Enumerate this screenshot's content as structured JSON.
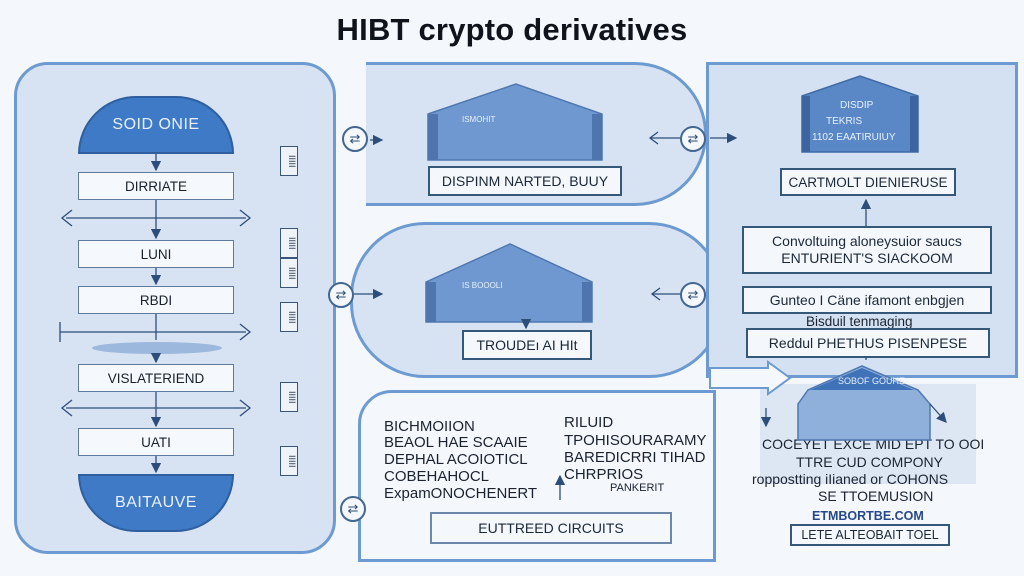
{
  "title": "HIBT crypto derivatives",
  "left_flow": {
    "top_cap": "SOID ONIE",
    "steps": [
      "DIRRIATE",
      "LUNI",
      "RBDI",
      "VISLATERIEND",
      "UATI"
    ],
    "bottom_cap": "BAITAUVE",
    "side_tags": [
      "IIIII",
      "IIIII",
      "IIIII",
      "IIIII",
      "IIIII",
      "IIIII"
    ]
  },
  "top_center": {
    "building_text": "ISMOHIT",
    "label": "DISPINM NARTED, BUUY"
  },
  "mid_center": {
    "building_text": "IS BOOOLI",
    "label": "TROUDEı AI HIt"
  },
  "bottom_center": {
    "col1": [
      "BICHMOIION",
      "BEAOL HAE SCAAIE",
      "DEPHAL ACOIOTICL",
      "COBEHAHOCL",
      "ExpamONOCHENERT"
    ],
    "col2": [
      "RILUID",
      "TPOHISOURARAMY",
      "BAREDICRRI TIHAD",
      "CHRPRIOS",
      "PANKERIT"
    ],
    "bottom_bar": "EUTTREED CIRCUITS"
  },
  "right": {
    "building_text": [
      "DISDIP",
      "TEKRIS",
      "1102 EAATIRUIUY"
    ],
    "box1": "CARTMOLT DIENIERUSE",
    "box2": [
      "Convoltuing aloneysuior saucs",
      "ENTURIENT'S SIACKOOM"
    ],
    "box3": "Gunteo I Cäne ifamont enbgjen",
    "box3_sub": "Bisduil tenmaging",
    "box4": "Reddul PHETHUS PISENPESE",
    "low_building": "SOBOF GOUHE",
    "low_text": [
      "COCEYET EXCE MID EPT TO OOI",
      "TTRE CUD COMPONY",
      "roppostting iIianed or COHONS",
      "SE TTOEMUSION"
    ],
    "url": "ETMBORTBE.COM",
    "bottom_bar": "LETE ALTEOBAIT TOEL"
  }
}
